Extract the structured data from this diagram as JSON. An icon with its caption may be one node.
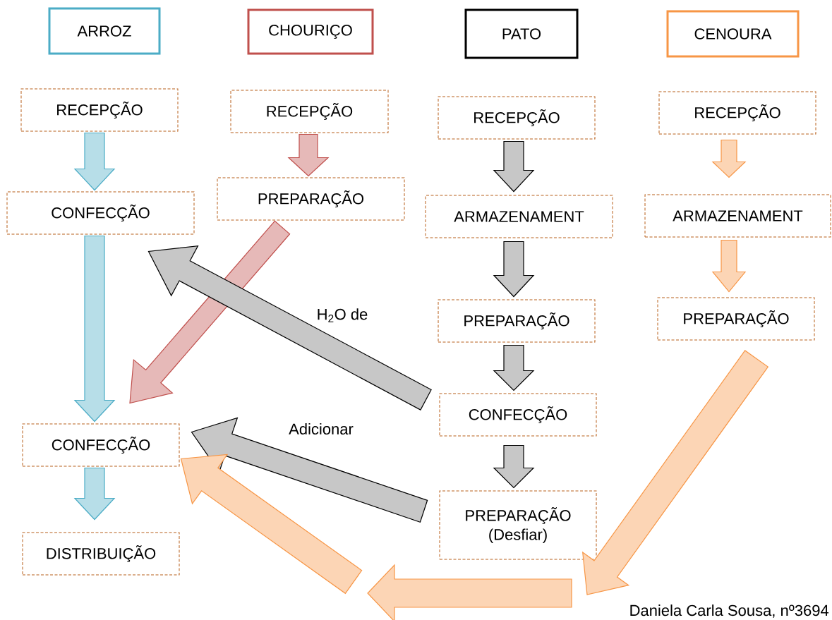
{
  "diagram": {
    "nodes": [
      {
        "text": [
          "ARROZ"
        ]
      },
      {
        "text": [
          "CHOURIÇO"
        ]
      },
      {
        "text": [
          "PATO"
        ]
      },
      {
        "text": [
          "CENOURA"
        ]
      },
      {
        "text": [
          "RECEPÇÃO"
        ]
      },
      {
        "text": [
          "CONFECÇÃO"
        ]
      },
      {
        "text": [
          "CONFECÇÃO"
        ]
      },
      {
        "text": [
          "DISTRIBUIÇÃO"
        ]
      },
      {
        "text": [
          "RECEPÇÃO"
        ]
      },
      {
        "text": [
          "PREPARAÇÃO"
        ]
      },
      {
        "text": [
          "RECEPÇÃO"
        ]
      },
      {
        "text": [
          "ARMAZENAMENT"
        ]
      },
      {
        "text": [
          "PREPARAÇÃO"
        ]
      },
      {
        "text": [
          "CONFECÇÃO"
        ]
      },
      {
        "text": [
          "PREPARAÇÃO (Desfiar)"
        ]
      },
      {
        "text": [
          "RECEPÇÃO"
        ]
      },
      {
        "text": [
          "ARMAZENAMENT"
        ]
      },
      {
        "text": [
          "PREPARAÇÃO"
        ]
      }
    ],
    "edges": [
      {
        "from": 4,
        "to": 5,
        "arrow": "to",
        "color": "#4bacc6"
      },
      {
        "from": 5,
        "to": 6,
        "arrow": "to",
        "color": "#4bacc6"
      },
      {
        "from": 6,
        "to": 7,
        "arrow": "to",
        "color": "#4bacc6"
      },
      {
        "from": 8,
        "to": 9,
        "arrow": "to",
        "color": "#c0504d"
      },
      {
        "from": 9,
        "to": 6,
        "arrow": "to",
        "color": "#c0504d"
      },
      {
        "from": 10,
        "to": 11,
        "arrow": "to"
      },
      {
        "from": 11,
        "to": 12,
        "arrow": "to"
      },
      {
        "from": 12,
        "to": 13,
        "arrow": "to"
      },
      {
        "from": 13,
        "to": 14,
        "arrow": "to"
      },
      {
        "from": 13,
        "to": 5,
        "arrow": "to",
        "label": "H$_{2}$O de"
      },
      {
        "from": 14,
        "to": 6,
        "arrow": "to",
        "label": "Adicionar"
      },
      {
        "from": 15,
        "to": 16,
        "arrow": "to",
        "color": "#f79646"
      },
      {
        "from": 16,
        "to": 17,
        "arrow": "to",
        "color": "#f79646"
      },
      {
        "from": 17,
        "to": null,
        "arrow": "to",
        "color": "#f79646"
      },
      {
        "from": null,
        "to": 6,
        "arrow": "to",
        "color": "#f79646"
      }
    ],
    "labels": [
      "Daniela Carla Sousa, nº3694"
    ]
  }
}
